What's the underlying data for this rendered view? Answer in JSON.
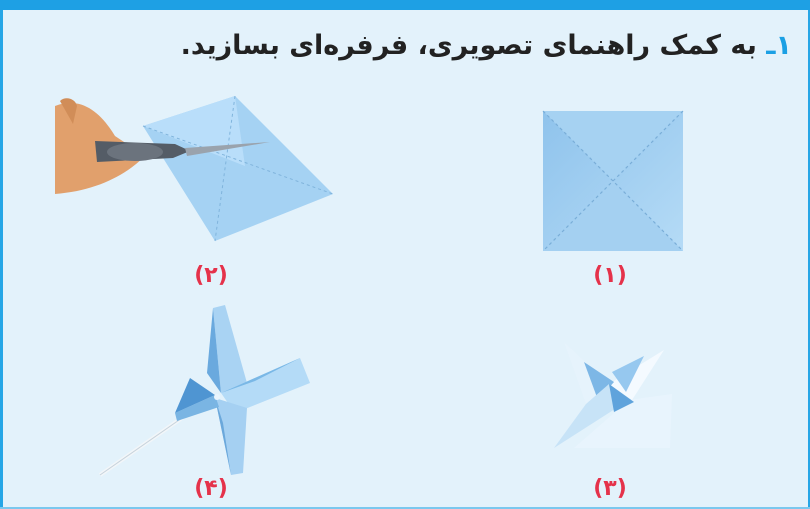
{
  "question": {
    "number": "۱",
    "dash": "ـ",
    "text": "به کمک راهنمای تصویری، فرفره‌ای بسازید."
  },
  "figures": [
    {
      "caption": "(۱)",
      "icon": "folded-paper-square-icon"
    },
    {
      "caption": "(۲)",
      "icon": "cutting-paper-scissors-icon"
    },
    {
      "caption": "(۳)",
      "icon": "folding-pinwheel-icon"
    },
    {
      "caption": "(۴)",
      "icon": "finished-pinwheel-icon"
    }
  ],
  "colors": {
    "header_bar": "#1ea0e4",
    "background": "#e3f2fb",
    "caption": "#e5324a",
    "paper": "#9ecdf0"
  }
}
